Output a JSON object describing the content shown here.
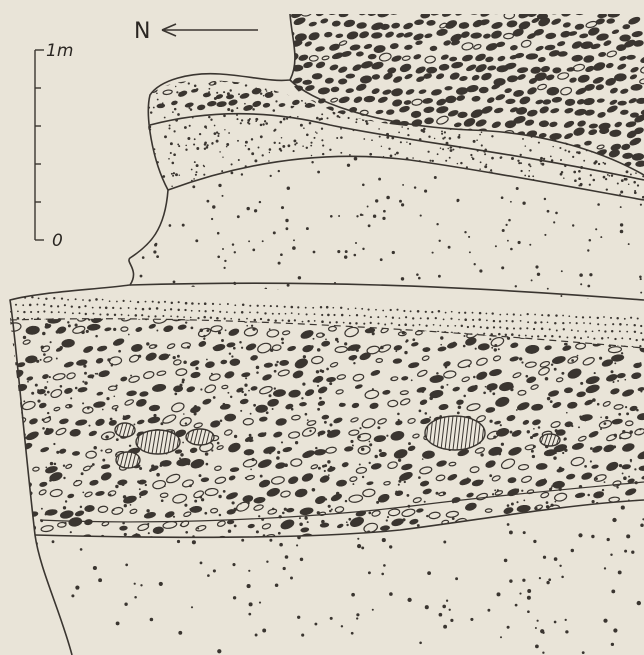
{
  "figure": {
    "north_label": "N",
    "scale_top_label": "1m",
    "scale_bottom_label": "0",
    "colors": {
      "paper": "#e9e4d8",
      "ink": "#3a3530",
      "hatch": "#5a524a"
    }
  },
  "layers": [
    {
      "id": "upper-gravel",
      "pattern": "dense-oval-clasts"
    },
    {
      "id": "sand-lens",
      "pattern": "fine-dots"
    },
    {
      "id": "upper-sand",
      "pattern": "sparse-dots"
    },
    {
      "id": "laminated-band",
      "pattern": "dotted-lines"
    },
    {
      "id": "main-gravel",
      "pattern": "mixed-clasts-with-hatched-boulders"
    },
    {
      "id": "basal-sand",
      "pattern": "sparse-dots"
    }
  ]
}
